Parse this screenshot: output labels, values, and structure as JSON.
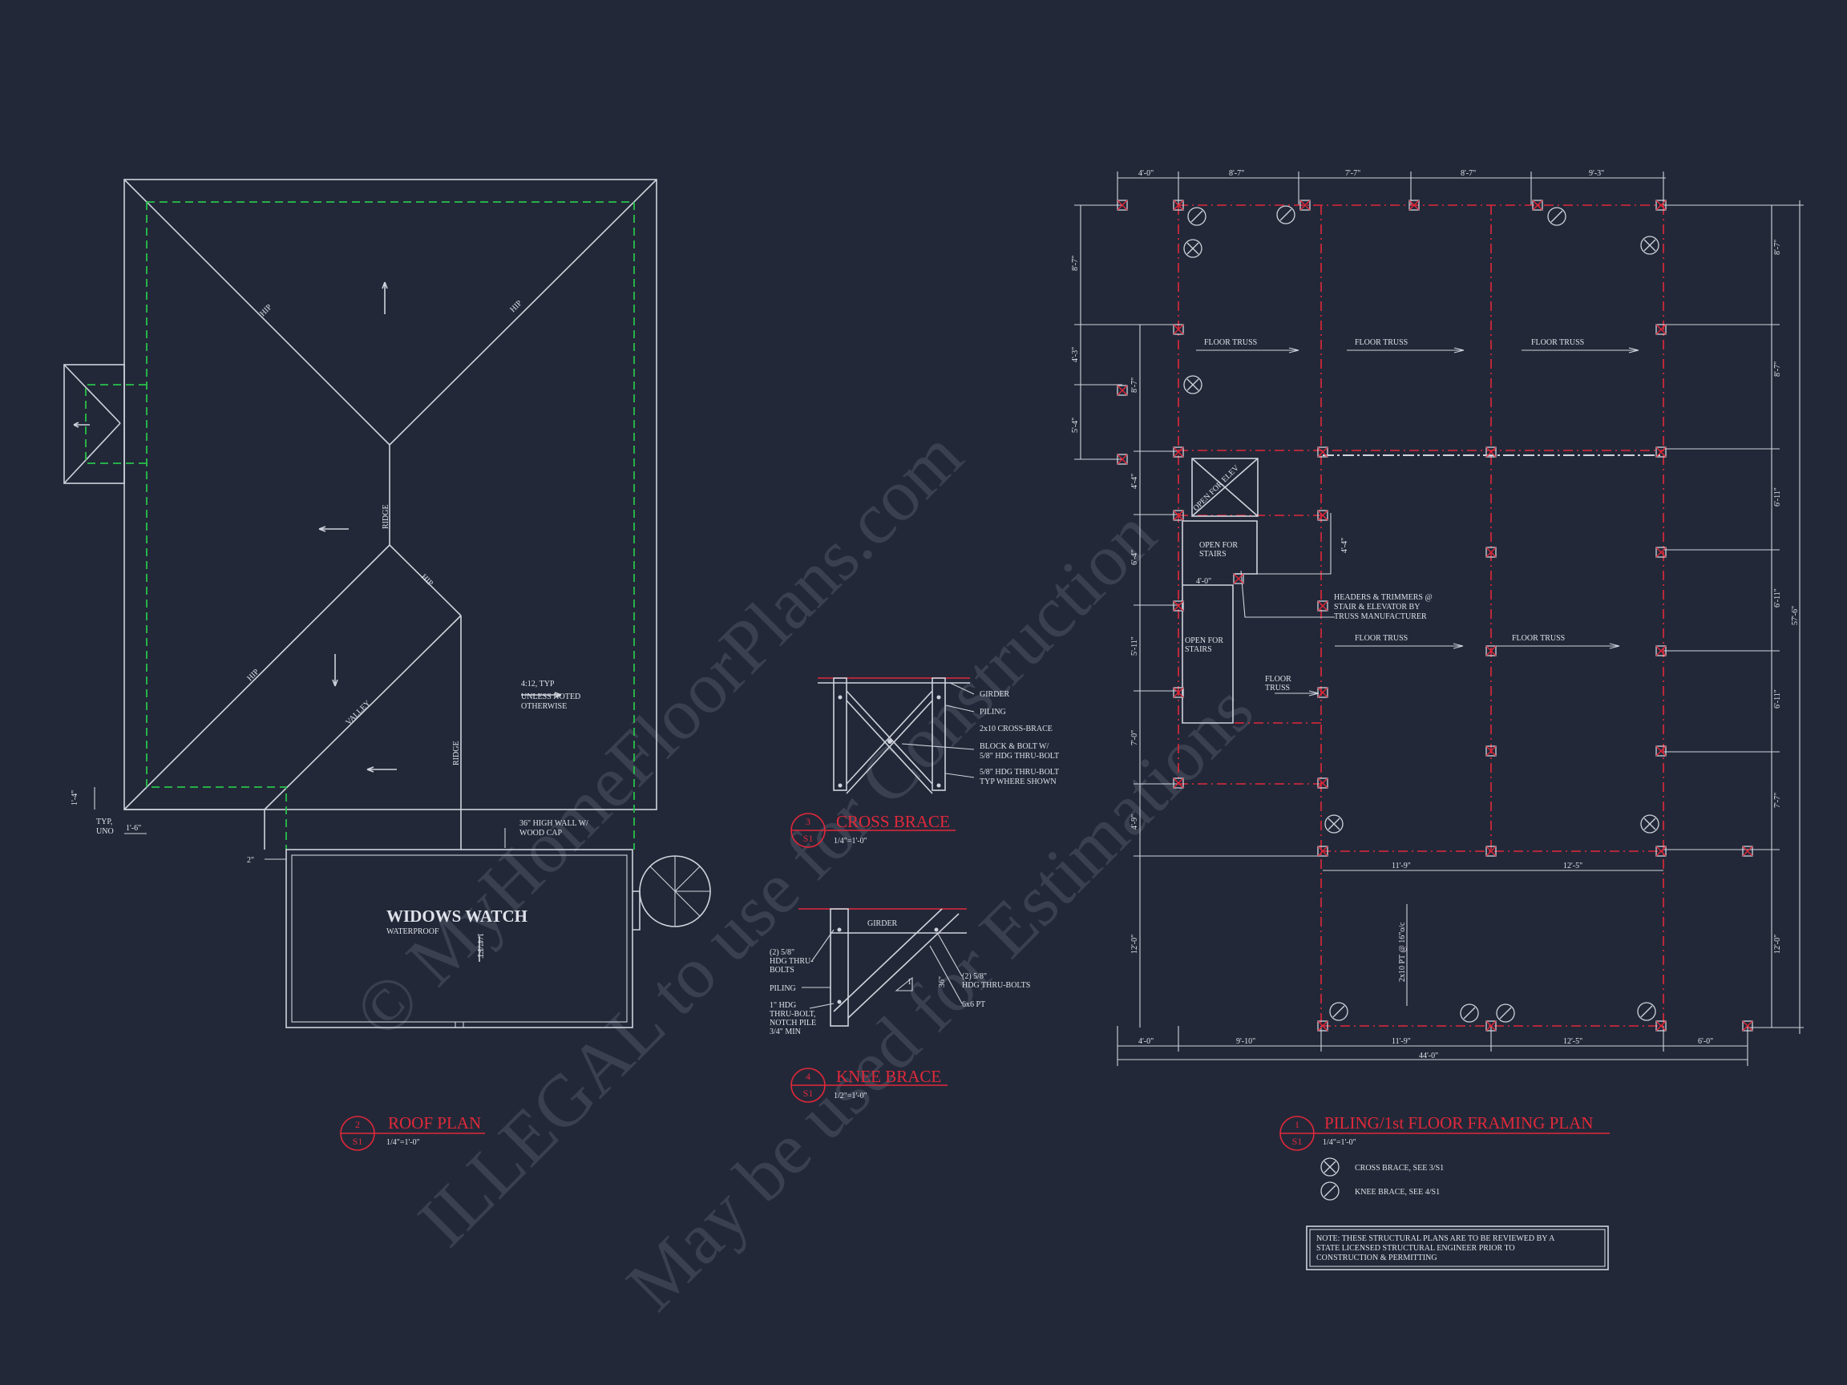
{
  "watermark": {
    "line1": "© MyHomeFloorPlans.com",
    "line2": "ILLEGAL to use for Construction",
    "line3": "May be used for Estimations"
  },
  "roof_plan": {
    "title": "ROOF PLAN",
    "detail_no": "2",
    "sheet": "S1",
    "scale": "1/4\"=1'-0\"",
    "labels": {
      "hip": "HIP",
      "ridge": "RIDGE",
      "valley": "VALLEY",
      "pitch_1": "4:12, TYP",
      "pitch_2": "UNLESS NOTED",
      "pitch_3": "OTHERWISE",
      "wall_1": "36\" HIGH WALL W/",
      "wall_2": "WOOD CAP",
      "widows_watch": "WIDOWS WATCH",
      "waterproof": "WATERPROOF",
      "slope": "1/4\"/FT",
      "typ": "TYP,",
      "uno": "UNO",
      "d_1_6": "1'-6\"",
      "d_1_4": "1'-4\"",
      "d_2": "2\""
    }
  },
  "cross_brace": {
    "title": "CROSS BRACE",
    "detail_no": "3",
    "sheet": "S1",
    "scale": "1/4\"=1'-0\"",
    "callouts": {
      "girder": "GIRDER",
      "piling": "PILING",
      "cross": "2x10 CROSS-BRACE",
      "block_1": "BLOCK & BOLT W/",
      "block_2": "5/8\" HDG THRU-BOLT",
      "typ_1": "5/8\" HDG THRU-BOLT",
      "typ_2": "TYP WHERE SHOWN"
    }
  },
  "knee_brace": {
    "title": "KNEE BRACE",
    "detail_no": "4",
    "sheet": "S1",
    "scale": "1/2\"=1'-0\"",
    "callouts": {
      "girder": "GIRDER",
      "bolts_l1": "(2) 5/8\"",
      "bolts_l2": "HDG THRU-",
      "bolts_l3": "BOLTS",
      "piling": "PILING",
      "hdg_1": "1\" HDG",
      "hdg_2": "THRU-BOLT,",
      "hdg_3": "NOTCH PILE",
      "hdg_4": "3/4\" MIN",
      "bolts_r1": "(2) 5/8\"",
      "bolts_r2": "HDG THRU-BOLTS",
      "pt": "6x6 PT",
      "d36": "36\"",
      "one": "1"
    }
  },
  "framing_plan": {
    "title": "PILING/1st FLOOR FRAMING PLAN",
    "detail_no": "1",
    "sheet": "S1",
    "scale": "1/4\"=1'-0\"",
    "labels": {
      "floor_truss": "FLOOR TRUSS",
      "floor": "FLOOR",
      "truss": "TRUSS",
      "open_elev": "OPEN FOR ELEV",
      "open_for": "OPEN FOR",
      "stairs": "STAIRS",
      "headers_1": "HEADERS & TRIMMERS @",
      "headers_2": "STAIR & ELEVATOR BY",
      "headers_3": "TRUSS MANUFACTURER",
      "joists": "2x10 PT @ 16\"o/c"
    },
    "dims_top": [
      "4'-0\"",
      "8'-7\"",
      "7'-7\"",
      "8'-7\"",
      "9'-3\""
    ],
    "dims_bottom": [
      "4'-0\"",
      "9'-10\"",
      "11'-9\"",
      "12'-5\"",
      "6'-0\""
    ],
    "dims_mid": [
      "11'-9\"",
      "12'-5\""
    ],
    "dim_total": "44'-0\"",
    "dims_left_outer": [
      "8'-7\"",
      "4'-3\"",
      "5'-4\""
    ],
    "dims_left_inner": [
      "8'-7\"",
      "4'-4\"",
      "6'-4\"",
      "5'-11\"",
      "7'-0\"",
      "4'-9\"",
      "12'-0\""
    ],
    "dims_right": [
      "8'-7\"",
      "8'-7\"",
      "6'-11\"",
      "6'-11\"",
      "6'-11\"",
      "7'-7\"",
      "12'-0\""
    ],
    "dim_right_total": "57'-6\"",
    "dim_stair_w": "4'-0\"",
    "dim_stair_h": "4'-4\"",
    "legend": {
      "cross": "CROSS BRACE, SEE 3/S1",
      "knee": "KNEE BRACE, SEE 4/S1"
    },
    "note": {
      "line1": "NOTE: THESE STRUCTURAL PLANS ARE TO BE REVIEWED BY A",
      "line2": "STATE LICENSED STRUCTURAL ENGINEER PRIOR TO",
      "line3": "CONSTRUCTION & PERMITTING"
    }
  },
  "colors": {
    "background": "#232838",
    "linework": "#cfd3dc",
    "red": "#e0283a",
    "green": "#27c24a"
  }
}
